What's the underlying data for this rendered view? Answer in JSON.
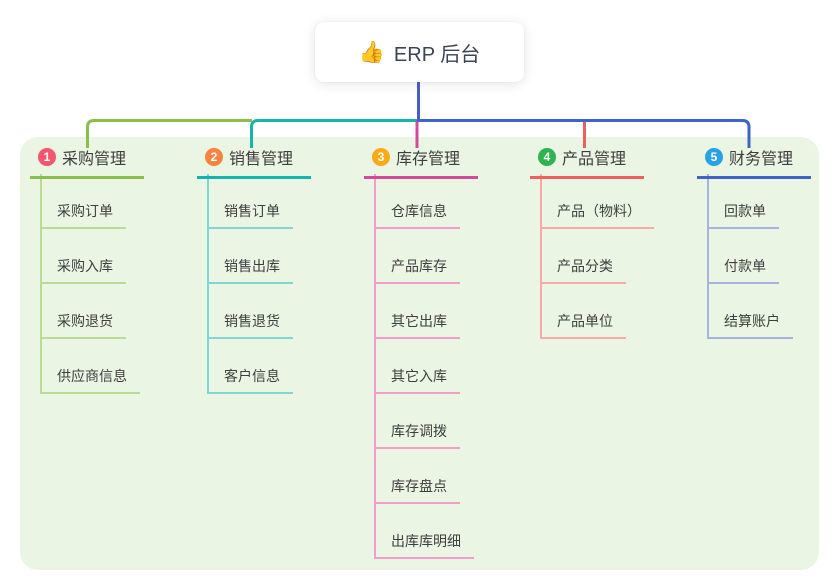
{
  "root": {
    "emoji": "👍",
    "emoji_name": "thumbs-up-emoji",
    "label": "ERP 后台",
    "connector_color": "#4a5ec9"
  },
  "branches": [
    {
      "index": "1",
      "label": "采购管理",
      "line_color": "#8abf4b",
      "light_color": "#b9dc92",
      "badge_color": "#f25670",
      "children": [
        "采购订单",
        "采购入库",
        "采购退货",
        "供应商信息"
      ]
    },
    {
      "index": "2",
      "label": "销售管理",
      "line_color": "#14b5ad",
      "light_color": "#7fd6d2",
      "badge_color": "#f6833f",
      "children": [
        "销售订单",
        "销售出库",
        "销售退货",
        "客户信息"
      ]
    },
    {
      "index": "3",
      "label": "库存管理",
      "line_color": "#d4499b",
      "light_color": "#f19fca",
      "badge_color": "#f8ab17",
      "children": [
        "仓库信息",
        "产品库存",
        "其它出库",
        "其它入库",
        "库存调拨",
        "库存盘点",
        "出库库明细"
      ]
    },
    {
      "index": "4",
      "label": "产品管理",
      "line_color": "#ef5f5d",
      "light_color": "#f8aba4",
      "badge_color": "#2eb350",
      "children": [
        "产品（物料）",
        "产品分类",
        "产品单位"
      ]
    },
    {
      "index": "5",
      "label": "财务管理",
      "line_color": "#3f63c9",
      "light_color": "#a6b4dd",
      "badge_color": "#29a2e5",
      "children": [
        "回款单",
        "付款单",
        "结算账户"
      ]
    }
  ],
  "panel_color": "#eaf6e3"
}
